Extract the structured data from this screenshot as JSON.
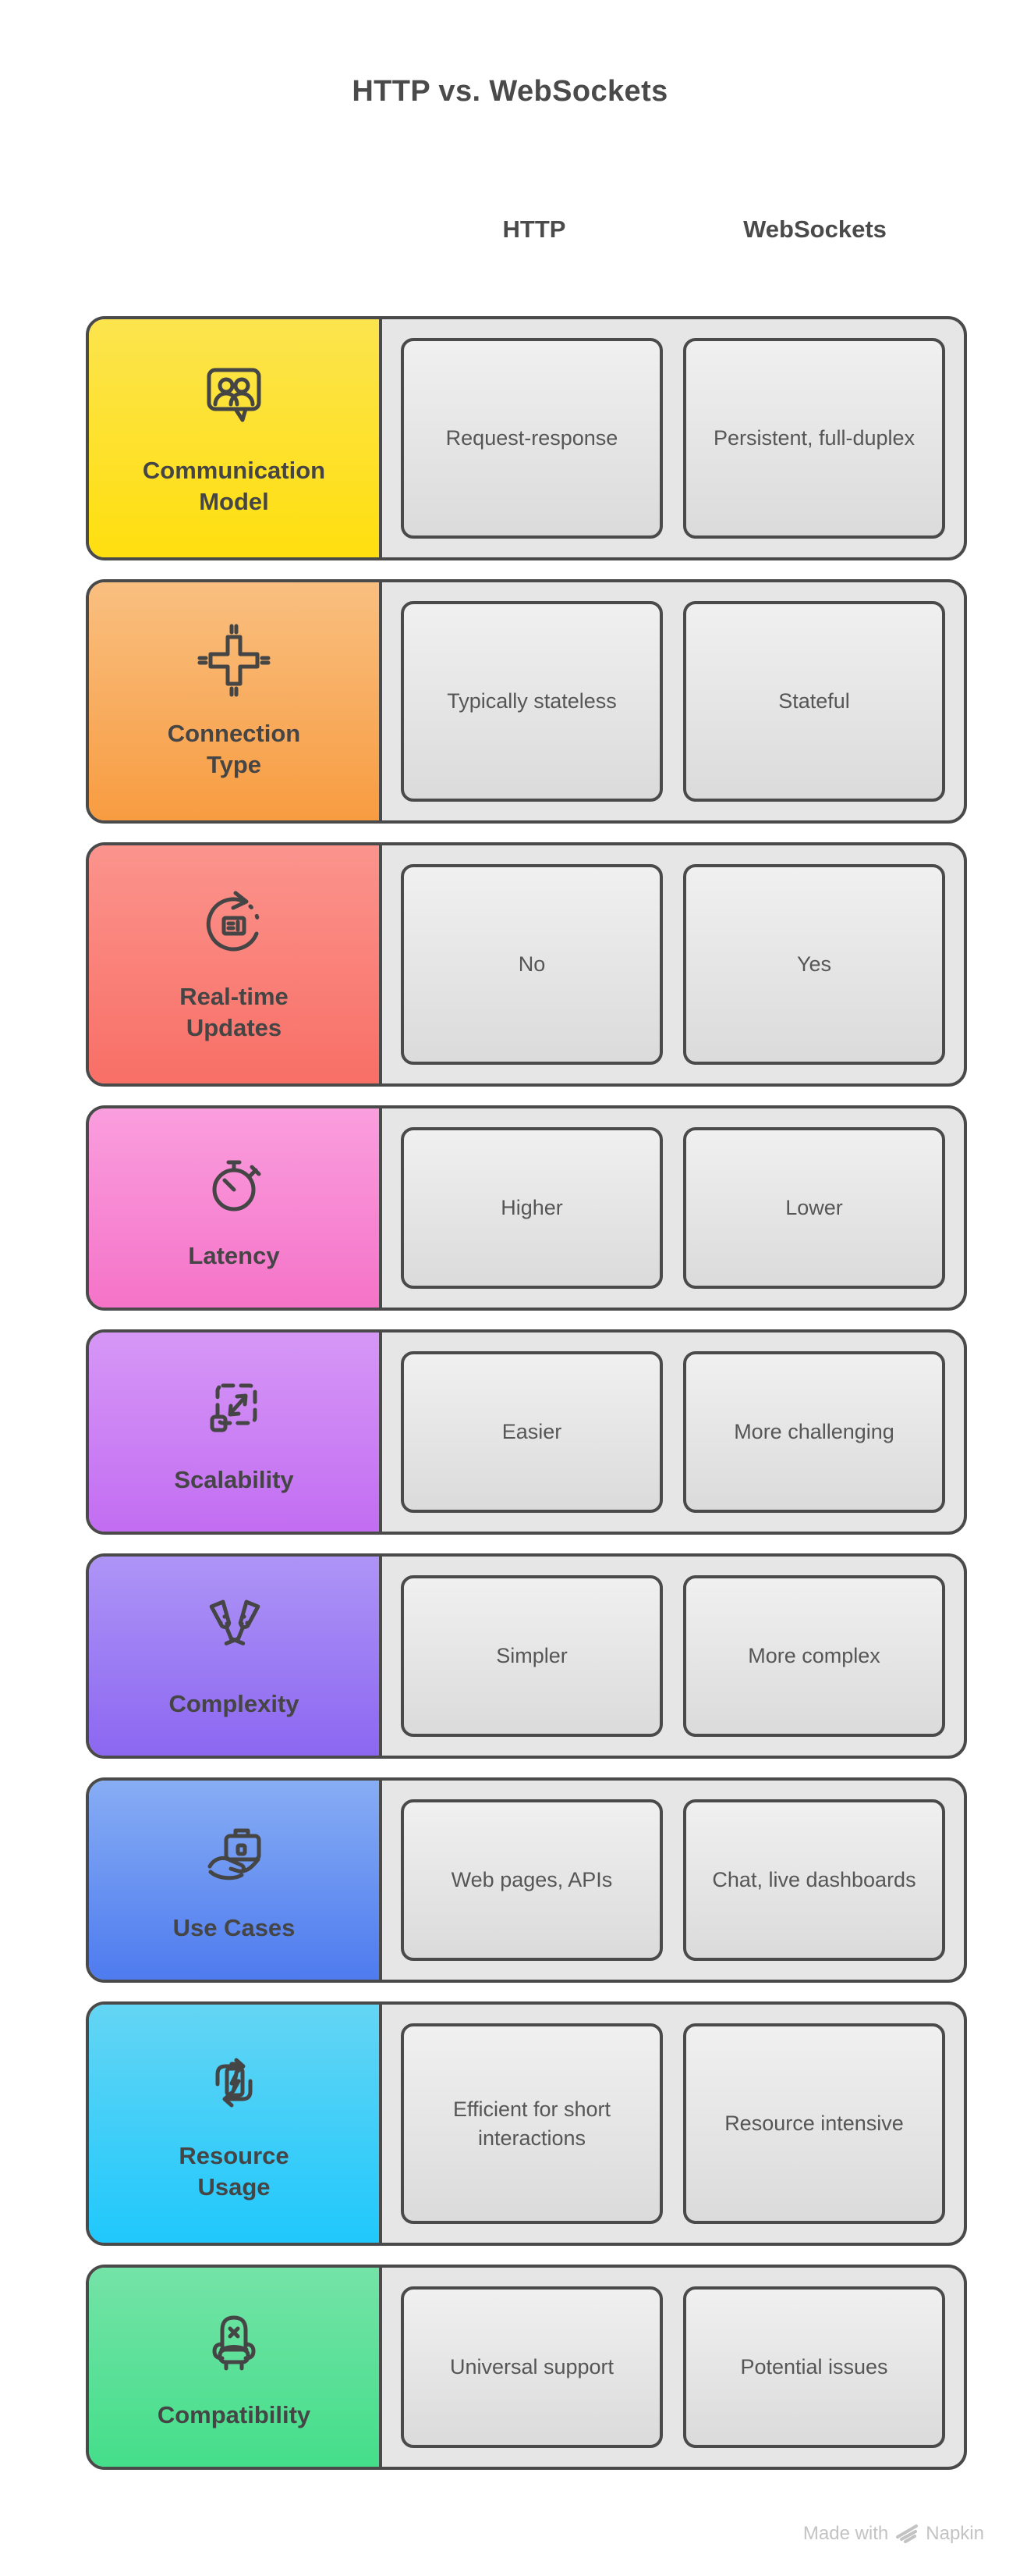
{
  "title": "HTTP vs. WebSockets",
  "column_headers": [
    "HTTP",
    "WebSockets"
  ],
  "rows": [
    {
      "label": "Communication\nModel",
      "icon": "chat-users-icon",
      "card_gradient": [
        "#FCE44E",
        "#FFDF0F"
      ],
      "cells": {
        "http": "Request-response",
        "websockets": "Persistent, full-duplex"
      }
    },
    {
      "label": "Connection\nType",
      "icon": "chip-connector-icon",
      "card_gradient": [
        "#F9BF80",
        "#F89C41"
      ],
      "cells": {
        "http": "Typically stateless",
        "websockets": "Stateful"
      }
    },
    {
      "label": "Real-time\nUpdates",
      "icon": "refresh-news-icon",
      "card_gradient": [
        "#FB948D",
        "#F86F66"
      ],
      "cells": {
        "http": "No",
        "websockets": "Yes"
      }
    },
    {
      "label": "Latency",
      "icon": "stopwatch-icon",
      "card_gradient": [
        "#FA9EDE",
        "#F573C8"
      ],
      "cells": {
        "http": "Higher",
        "websockets": "Lower"
      }
    },
    {
      "label": "Scalability",
      "icon": "resize-expand-icon",
      "card_gradient": [
        "#D697F6",
        "#C26DF2"
      ],
      "cells": {
        "http": "Easier",
        "websockets": "More challenging"
      }
    },
    {
      "label": "Complexity",
      "icon": "champagne-glasses-icon",
      "card_gradient": [
        "#AE94F6",
        "#8C67F1"
      ],
      "cells": {
        "http": "Simpler",
        "websockets": "More complex"
      }
    },
    {
      "label": "Use Cases",
      "icon": "briefcase-hand-icon",
      "card_gradient": [
        "#87ADF4",
        "#4E7BEF"
      ],
      "cells": {
        "http": "Web pages, APIs",
        "websockets": "Chat, live dashboards"
      }
    },
    {
      "label": "Resource\nUsage",
      "icon": "battery-cycle-icon",
      "card_gradient": [
        "#64D5F4",
        "#20C8FC"
      ],
      "cells": {
        "http": "Efficient for short interactions",
        "websockets": "Resource intensive"
      }
    },
    {
      "label": "Compatibility",
      "icon": "armchair-icon",
      "card_gradient": [
        "#74E3A7",
        "#44DE8A"
      ],
      "cells": {
        "http": "Universal support",
        "websockets": "Potential issues"
      }
    }
  ],
  "footer": {
    "made_with": "Made with",
    "brand": "Napkin"
  },
  "colors": {
    "outline": "#4A4A4A",
    "title_text": "#4A4A4A",
    "label_text": "#454545",
    "cell_text": "#565656",
    "row_bg": "#E6E6E6",
    "cell_bg_top": "#F0F0F0",
    "cell_bg_bottom": "#DBDBDB",
    "watermark": "#C3C3C3",
    "page_bg": "#FFFFFF"
  }
}
